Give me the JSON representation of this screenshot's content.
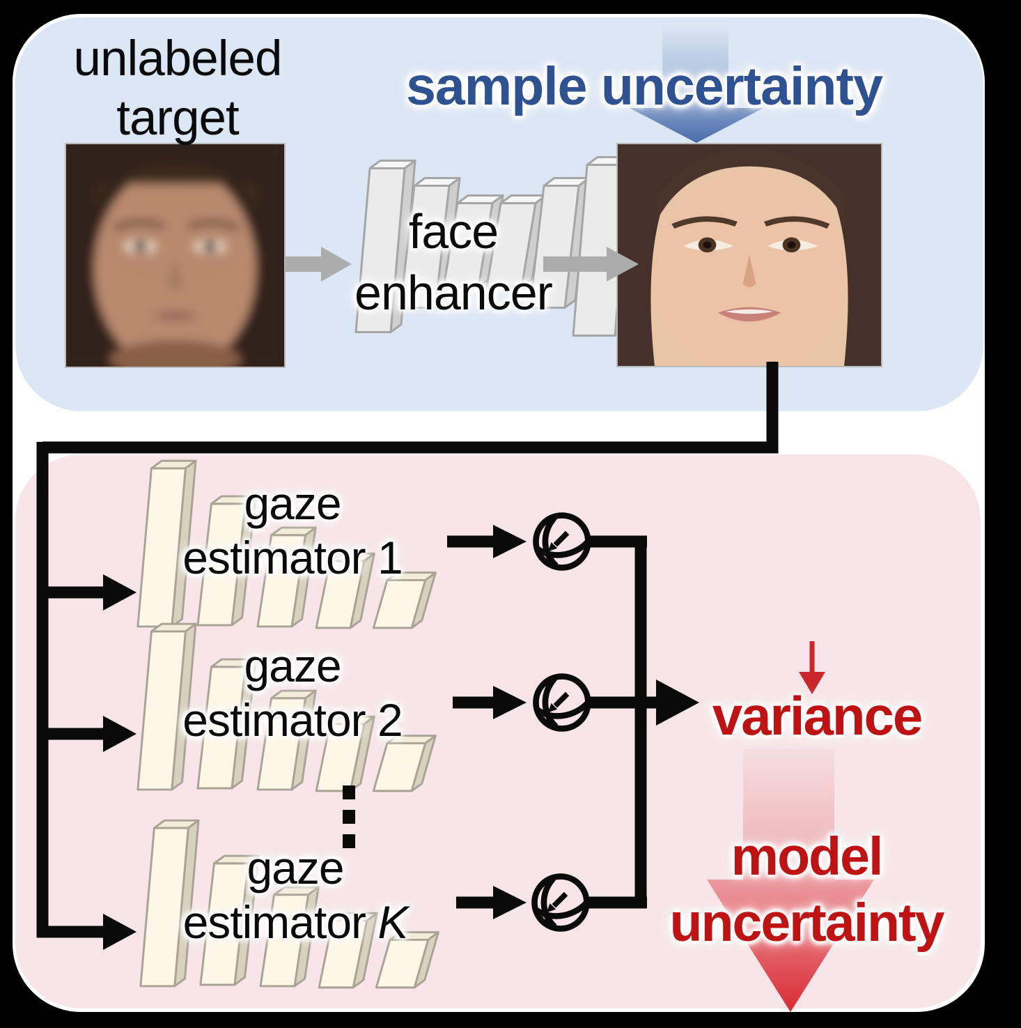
{
  "figure": {
    "title_semantics": "gaze estimation with sample and model uncertainty"
  },
  "top_panel": {
    "input_caption": {
      "line1": "unlabeled",
      "line2": "target"
    },
    "sample_uncertainty_label": "sample uncertainty",
    "enhancer_block": {
      "line1": "face",
      "line2": "enhancer"
    }
  },
  "bottom_panel": {
    "estimators": [
      {
        "line1": "gaze",
        "line2_word": "estimator",
        "line2_index": "1"
      },
      {
        "line1": "gaze",
        "line2_word": "estimator",
        "line2_index": "2"
      },
      {
        "line1": "gaze",
        "line2_word": "estimator",
        "line2_index": "K"
      }
    ],
    "variance_label": "variance",
    "model_uncertainty": {
      "line1": "model",
      "line2": "uncertainty"
    }
  },
  "icons": {
    "gaze_direction_icon": "eyeball-with-gaze-arrow",
    "vertical_ellipsis_icon": "three-stacked-dots",
    "network_block_icon": "3d-conv-slabs",
    "down_arrow_blue": "sample-uncertainty-arrow",
    "down_arrow_red_small": "variance-implies-arrow",
    "down_arrow_red_large": "model-uncertainty-arrow"
  },
  "colors": {
    "canvas_background": "#000000",
    "top_panel_fill": "#dbe7f5",
    "bottom_panel_fill": "#f7e5e9",
    "sample_uncertainty_text": "#2d5191",
    "model_uncertainty_text": "#bf1212",
    "black_lines": "#0a0a0a",
    "gray_arrows": "#acacac",
    "enhancer_slab_fill": "#ebebeb",
    "estimator_slab_fill": "#fdf7e7",
    "blue_arrow_dark": "#5577b2",
    "red_arrow_dark": "#d92b33"
  }
}
